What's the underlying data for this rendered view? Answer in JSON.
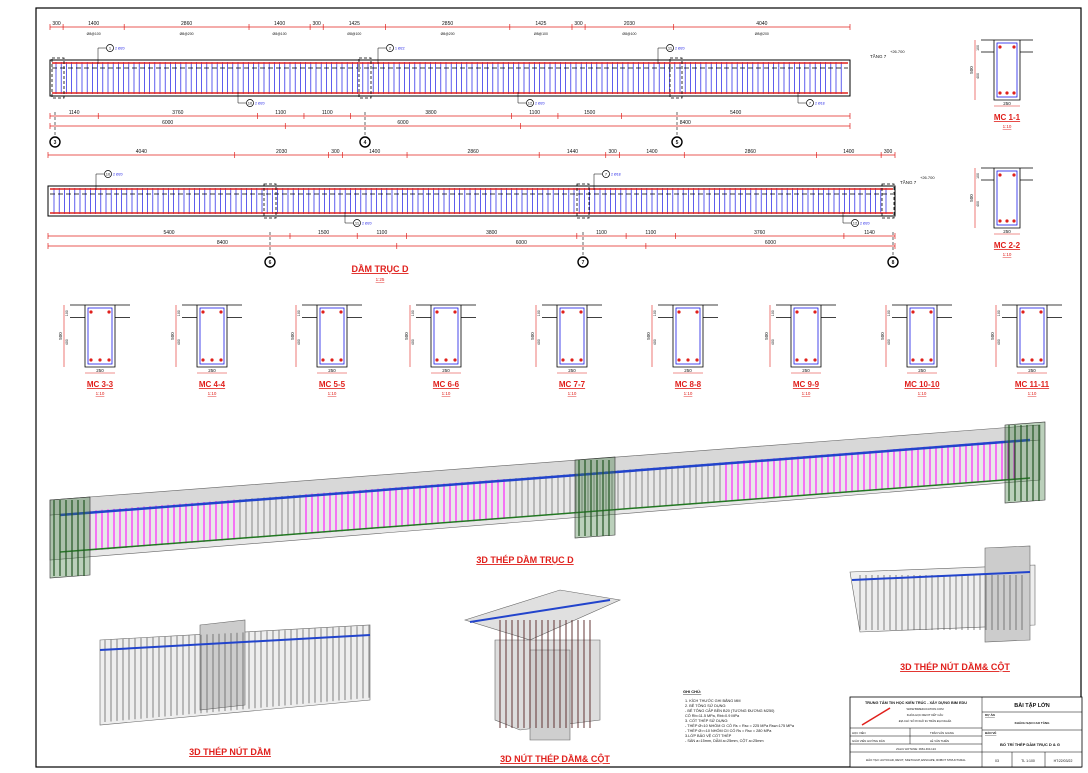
{
  "drawing": {
    "beam_title": "DẦM TRỤC D",
    "beam_scale": "1:25",
    "level_label": "TẦNG 7",
    "level_value": "+26.700",
    "beam1": {
      "top_dims": [
        "300",
        "1400",
        "2860",
        "1400",
        "300",
        "1425",
        "2850",
        "1425",
        "300",
        "2030",
        "4040"
      ],
      "stirrup_notes": [
        "Ø8@100",
        "Ø8@200",
        "Ø8@100",
        "Ø8@100",
        "Ø8@200",
        "Ø8@100",
        "Ø8@100",
        "Ø8@200"
      ],
      "bottom_dims": [
        "1140",
        "3760",
        "1100",
        "1100",
        "3800",
        "1100",
        "1500",
        "5400"
      ],
      "span_dims": [
        "6000",
        "6000",
        "8400"
      ],
      "axes": [
        "3",
        "4",
        "5"
      ],
      "callouts": [
        "1",
        "2 Ø20",
        "10",
        "2 Ø20",
        "2",
        "1 Ø22",
        "12",
        "2 Ø20",
        "11",
        "2 Ø20",
        "7",
        "2 Ø18"
      ]
    },
    "beam2": {
      "top_dims": [
        "4040",
        "2030",
        "300",
        "1400",
        "2860",
        "1440",
        "300",
        "1400",
        "2860",
        "1400",
        "300"
      ],
      "bottom_dims": [
        "5400",
        "1500",
        "1100",
        "3800",
        "1100",
        "1100",
        "3760",
        "1140"
      ],
      "span_dims": [
        "8400",
        "6000",
        "6000"
      ],
      "axes": [
        "6",
        "7",
        "8"
      ],
      "callouts": [
        "10",
        "2 Ø20",
        "11",
        "2 Ø20",
        "7",
        "2 Ø18",
        "12",
        "2 Ø20"
      ]
    },
    "big_sections": [
      {
        "label": "MC 1-1",
        "scale": "1:10",
        "width": "250",
        "height": "500",
        "flange": "100",
        "web": "400"
      },
      {
        "label": "MC 2-2",
        "scale": "1:10",
        "width": "250",
        "height": "500",
        "flange": "100",
        "web": "400"
      }
    ],
    "small_sections": [
      {
        "label": "MC 3-3",
        "scale": "1:10"
      },
      {
        "label": "MC 4-4",
        "scale": "1:10"
      },
      {
        "label": "MC 5-5",
        "scale": "1:10"
      },
      {
        "label": "MC 6-6",
        "scale": "1:10"
      },
      {
        "label": "MC 7-7",
        "scale": "1:10"
      },
      {
        "label": "MC 8-8",
        "scale": "1:10"
      },
      {
        "label": "MC 9-9",
        "scale": "1:10"
      },
      {
        "label": "MC 10-10",
        "scale": "1:10"
      },
      {
        "label": "MC 11-11",
        "scale": "1:10"
      }
    ],
    "section_dims": {
      "width": "250",
      "height": "500",
      "flange": "100",
      "web": "400"
    },
    "views_3d": {
      "beam": "3D THÉP DẦM TRỤC D",
      "beam_joint": "3D THÉP NÚT DẦM",
      "tee_joint": "3D NÚT THÉP DẦM& CỘT",
      "corner_joint": "3D THÉP NÚT DẦM& CỘT"
    }
  },
  "notes": {
    "title": "GHI CHÚ:",
    "lines": [
      "1. KÍCH THƯỚC GHI BẰNG MM",
      "2. BÊ TÔNG SỬ DỤNG:",
      "- BÊ TÔNG CẤP BỀN B20 (TƯƠNG ĐƯƠNG M250)",
      "CÓ Rb=11.5 MPa, Rbt=0.9 MPa",
      "3. CỐT THÉP SỬ DỤNG:",
      "- THÉP Ø<10 NHÓM CI CÓ Rs = Rsc = 225 MPa Rsw=175 MPa",
      "- THÉP Ø>=10 NHÓM CII CÓ Rs = Rsc = 280 MPa",
      "3.LỚP BẢO VỆ CỐT THÉP",
      "- SÀN a=15mm, DẦM a=25mm, CỘT a=25mm"
    ]
  },
  "title_block": {
    "org": "TRUNG TÂM TIN HỌC KIẾN TRÚC - XÂY DỰNG BIM EDU",
    "org_sub1": "WWW.BIMEDUCATION.COM",
    "org_sub2": "KHÓA HỌC REVIT KẾT CẤU",
    "org_sub3": "ĐỊA CHỈ: SỐ 8 NGÕ 91 TRẦN ĐẠI NGHĨA",
    "student_label": "HỌC VIÊN",
    "student_name": "TRẦN VĂN GIANG",
    "teacher_label": "GIÁO VIÊN HƯỚNG DẪN",
    "teacher_name": "LÊ VĂN THIÊN",
    "phone": "ZALO/ HOTLINE: 0961.464.124",
    "footer": "ĐÀO TẠO: AUTOCAD, REVIT, SKETCHUP, ENSCAPE, ROBOT STRUCTURAL",
    "project_heading": "BÀI TẬP LỚN",
    "project_label": "DỰ ÁN",
    "project_name": "KHÁCH SẠN CAO TẦNG",
    "sheet_label": "BẢN VẼ",
    "sheet_name": "BỐ TRÍ THÉP DẦM TRỤC D & G",
    "sheet_no": "03",
    "scale": "TL 1:100",
    "code": "HT:22/03/22"
  },
  "colors": {
    "red": "#e0201c",
    "blue": "#1a1ae6",
    "magenta": "#ff00ff",
    "dark": "#111111"
  }
}
